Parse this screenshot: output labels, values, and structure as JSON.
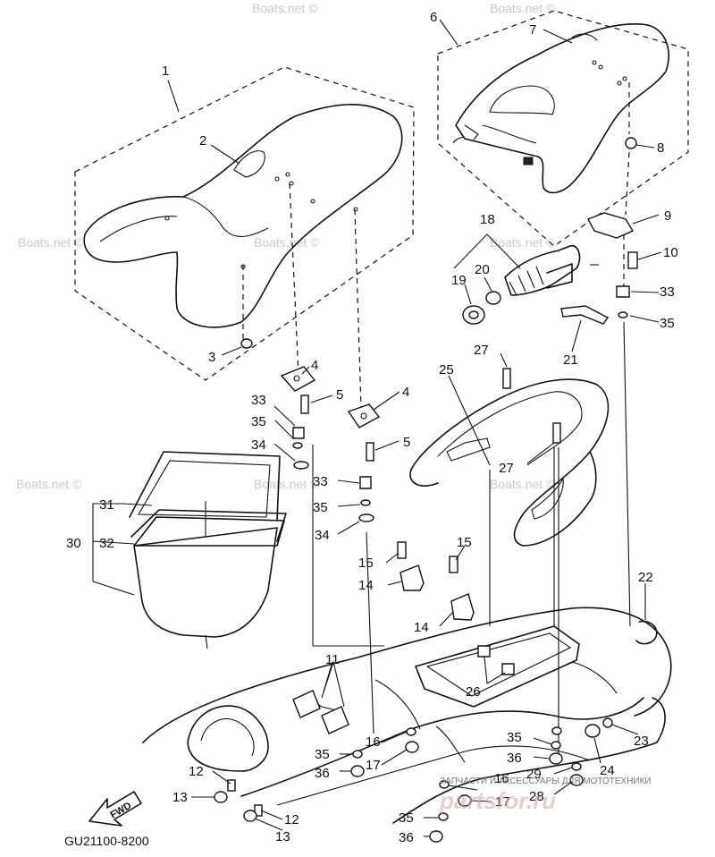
{
  "diagram": {
    "code": "GU21100-8200",
    "fwd_label": "FWD",
    "watermarks": [
      "Boats.net ©",
      "Boats.net ©",
      "Boats.net ©",
      "Boats.net ©",
      "Boats.net ©",
      "Boats.net ©",
      "Boats.net ©",
      "Boats.net ©"
    ],
    "shop_logo": {
      "tagline": "ЗАПЧАСТИ И АКСЕССУАРЫ ДЛЯ МОТОТЕХНИКИ",
      "brand": "partsfor.ru"
    },
    "callouts": [
      {
        "id": "c1",
        "label": "1"
      },
      {
        "id": "c2",
        "label": "2"
      },
      {
        "id": "c3",
        "label": "3"
      },
      {
        "id": "c4a",
        "label": "4"
      },
      {
        "id": "c4b",
        "label": "4"
      },
      {
        "id": "c5a",
        "label": "5"
      },
      {
        "id": "c5b",
        "label": "5"
      },
      {
        "id": "c6",
        "label": "6"
      },
      {
        "id": "c7",
        "label": "7"
      },
      {
        "id": "c8",
        "label": "8"
      },
      {
        "id": "c9",
        "label": "9"
      },
      {
        "id": "c10",
        "label": "10"
      },
      {
        "id": "c11",
        "label": "11"
      },
      {
        "id": "c12a",
        "label": "12"
      },
      {
        "id": "c12b",
        "label": "12"
      },
      {
        "id": "c13a",
        "label": "13"
      },
      {
        "id": "c13b",
        "label": "13"
      },
      {
        "id": "c14a",
        "label": "14"
      },
      {
        "id": "c14b",
        "label": "14"
      },
      {
        "id": "c15a",
        "label": "15"
      },
      {
        "id": "c15b",
        "label": "15"
      },
      {
        "id": "c16a",
        "label": "16"
      },
      {
        "id": "c16b",
        "label": "16"
      },
      {
        "id": "c17a",
        "label": "17"
      },
      {
        "id": "c17b",
        "label": "17"
      },
      {
        "id": "c18",
        "label": "18"
      },
      {
        "id": "c19",
        "label": "19"
      },
      {
        "id": "c20",
        "label": "20"
      },
      {
        "id": "c21",
        "label": "21"
      },
      {
        "id": "c22",
        "label": "22"
      },
      {
        "id": "c23",
        "label": "23"
      },
      {
        "id": "c24",
        "label": "24"
      },
      {
        "id": "c25",
        "label": "25"
      },
      {
        "id": "c26",
        "label": "26"
      },
      {
        "id": "c27a",
        "label": "27"
      },
      {
        "id": "c27b",
        "label": "27"
      },
      {
        "id": "c28",
        "label": "28"
      },
      {
        "id": "c29",
        "label": "29"
      },
      {
        "id": "c30",
        "label": "30"
      },
      {
        "id": "c31",
        "label": "31"
      },
      {
        "id": "c32",
        "label": "32"
      },
      {
        "id": "c33a",
        "label": "33"
      },
      {
        "id": "c33b",
        "label": "33"
      },
      {
        "id": "c33c",
        "label": "33"
      },
      {
        "id": "c34a",
        "label": "34"
      },
      {
        "id": "c34b",
        "label": "34"
      },
      {
        "id": "c35a",
        "label": "35"
      },
      {
        "id": "c35b",
        "label": "35"
      },
      {
        "id": "c35c",
        "label": "35"
      },
      {
        "id": "c35d",
        "label": "35"
      },
      {
        "id": "c35e",
        "label": "35"
      },
      {
        "id": "c35f",
        "label": "35"
      },
      {
        "id": "c36a",
        "label": "36"
      },
      {
        "id": "c36b",
        "label": "36"
      },
      {
        "id": "c36c",
        "label": "36"
      }
    ]
  }
}
